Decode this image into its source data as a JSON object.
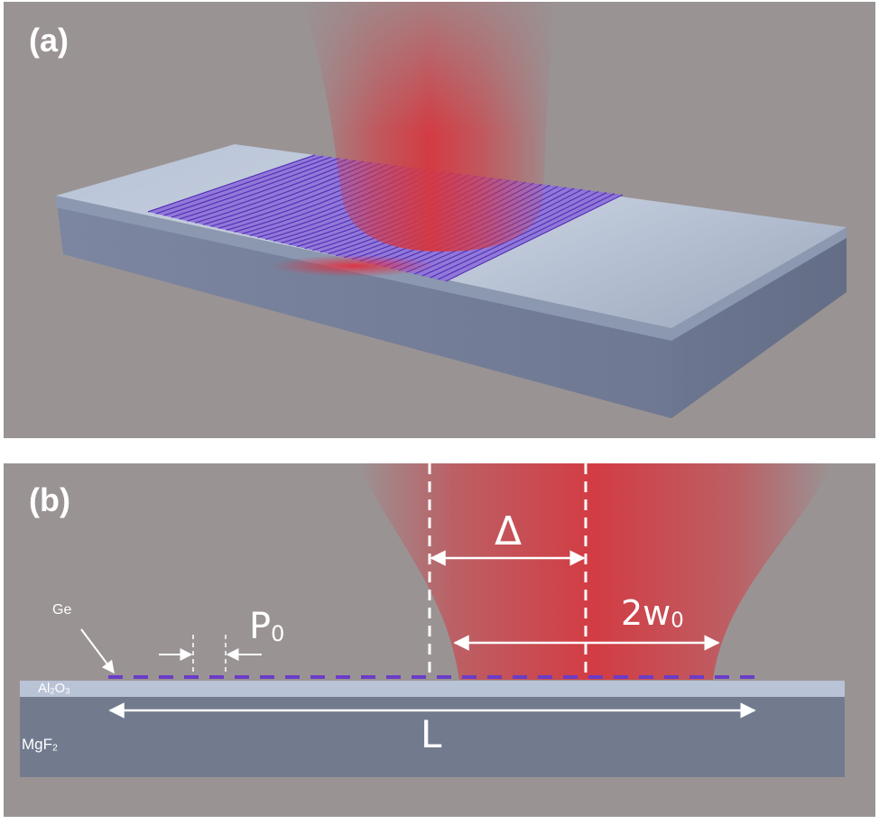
{
  "panel_a": {
    "label": "(a)"
  },
  "panel_b": {
    "label": "(b)",
    "ge_label": "Ge",
    "al2o3_label": {
      "base1": "Al",
      "sub1": "2",
      "base2": "O",
      "sub2": "3"
    },
    "mgf2_label": {
      "base": "MgF",
      "sub": "2"
    },
    "period_label": {
      "base": "P",
      "sub": "0"
    },
    "offset_label": "Δ",
    "waist_label": {
      "base": "2w",
      "sub": "0"
    },
    "length_label": "L"
  },
  "colors": {
    "background": "#9a9394",
    "beam": "#d6373f",
    "grating": "#6a3cc8",
    "al2o3_layer": "#b9c3d6",
    "mgf2_substrate": "#727b8e",
    "annotation": "#ffffff"
  }
}
